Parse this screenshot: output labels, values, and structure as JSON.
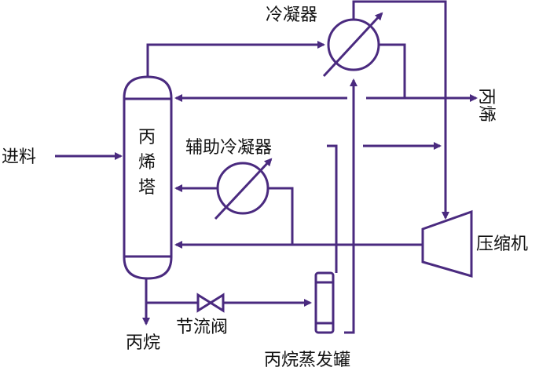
{
  "diagram": {
    "title": "",
    "line_color": "#4a2a7f",
    "labels": {
      "condenser": "冷凝器",
      "aux_condenser": "辅助冷凝器",
      "tower": "丙烯塔",
      "feed": "进料",
      "propylene_out": "丙烯",
      "compressor": "压缩机",
      "throttle_valve": "节流阀",
      "propane_out": "丙烷",
      "evaporator": "丙烷蒸发罐"
    }
  }
}
